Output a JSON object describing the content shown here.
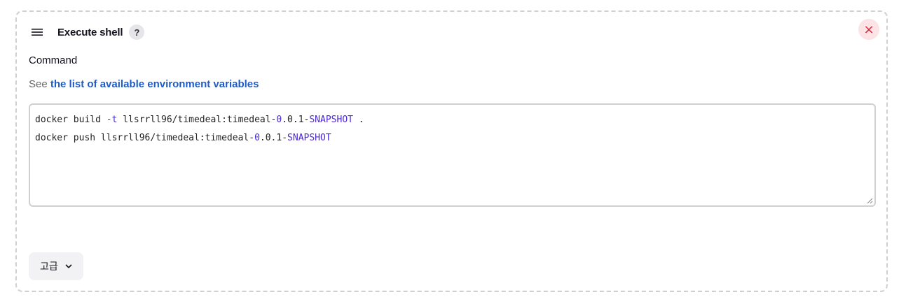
{
  "step": {
    "title": "Execute shell",
    "help_label": "?",
    "close_label": "×"
  },
  "command": {
    "label": "Command",
    "see_prefix": "See",
    "env_link": "the list of available environment variables",
    "lines": [
      [
        {
          "t": "docker build ",
          "k": false
        },
        {
          "t": "-t",
          "k": true
        },
        {
          "t": " llsrrll96/timedeal:timedeal-",
          "k": false
        },
        {
          "t": "0",
          "k": true
        },
        {
          "t": ".0.1-",
          "k": false
        },
        {
          "t": "SNAPSHOT",
          "k": true
        },
        {
          "t": " .",
          "k": false
        }
      ],
      [
        {
          "t": "docker push llsrrll96/timedeal:timedeal-",
          "k": false
        },
        {
          "t": "0",
          "k": true
        },
        {
          "t": ".0.1-",
          "k": false
        },
        {
          "t": "SNAPSHOT",
          "k": true
        }
      ]
    ]
  },
  "advanced": {
    "label": "고급"
  },
  "colors": {
    "link": "#1f5bc6",
    "keyword": "#4b28d6",
    "close": "#e0233a"
  }
}
